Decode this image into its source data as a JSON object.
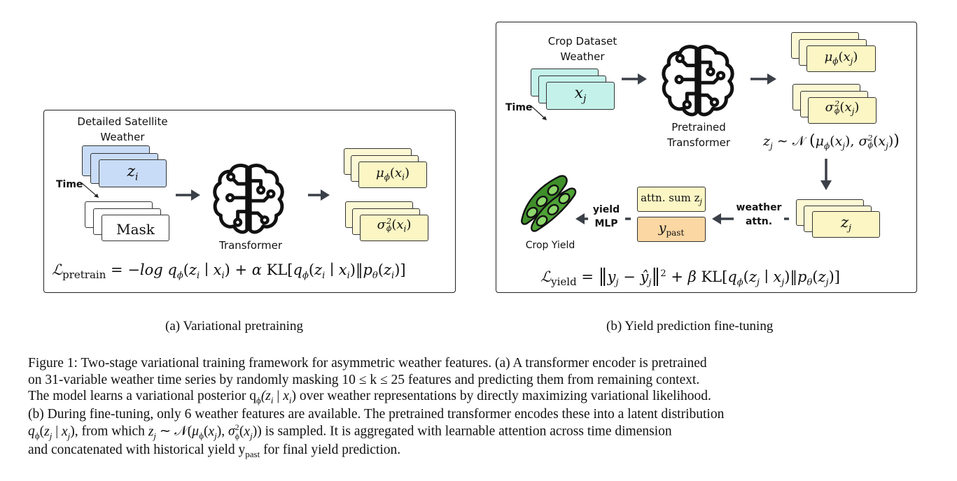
{
  "panel_a": {
    "input_title_line1": "Detailed Satellite",
    "input_title_line2": "Weather",
    "input_var": "z",
    "input_sub": "i",
    "time_label": "Time",
    "mask_label": "Mask",
    "model_label": "Transformer",
    "mu_output": "μ",
    "mu_arg": "(x",
    "sigma_output": "σ",
    "loss_prefix": "ℒ",
    "loss_sub": "pretrain",
    "loss_rest": " = −log q",
    "loss_rest2": "(z",
    "loss_rest3": " ∣ x",
    "loss_rest4": ") + α KL[q",
    "loss_rest5": "(z",
    "loss_rest6": " ∣ x",
    "loss_rest7": ")‖p",
    "loss_rest8": "(z",
    "loss_rest9": ")]",
    "subcaption": "(a) Variational pretraining"
  },
  "panel_b": {
    "input_title_line1": "Crop Dataset",
    "input_title_line2": "Weather",
    "input_var": "x",
    "input_sub": "j",
    "time_label": "Time",
    "model_label_line1": "Pretrained",
    "model_label_line2": "Transformer",
    "sample_text": "z",
    "sample_rest": " ∼ 𝒩 ( μ",
    "latent_var": "z",
    "latent_sub": "j",
    "weather_attn_line1": "weather",
    "weather_attn_line2": "attn.",
    "attn_sum": "attn. sum z",
    "attn_sum_sub": "j",
    "y_past": "y",
    "y_past_sub": "past",
    "yield_mlp_line1": "yield",
    "yield_mlp_line2": "MLP",
    "crop_yield_label": "Crop Yield",
    "loss_prefix": "ℒ",
    "loss_sub": "yield",
    "loss_rest": " = ‖y",
    "subcaption": "(b) Yield prediction fine-tuning"
  },
  "caption": {
    "line1": "Figure 1: Two-stage variational training framework for asymmetric weather features. (a) A transformer encoder is pretrained",
    "line2": "on 31-variable weather time series by randomly masking 10 ≤ k ≤ 25 features and predicting them from remaining context.",
    "line3": "The model learns a variational posterior q",
    "line3_rest": "(z",
    "line3_rest2": " | x",
    "line3_rest3": ") over weather representations by directly maximizing variational likelihood.",
    "line4": "(b) During fine-tuning, only 6 weather features are available. The pretrained transformer encodes these into a latent distribution",
    "line5_a": "q",
    "line5_b": "(z",
    "line5_c": " | x",
    "line5_d": "), from which z",
    "line5_e": " ∼ 𝒩(μ",
    "line5_f": "(x",
    "line5_g": "), σ",
    "line5_h": "(x",
    "line5_i": ")) is sampled. It is aggregated with learnable attention across time dimension",
    "line6_a": "and concatenated with historical yield y",
    "line6_sub": "past",
    "line6_b": " for final yield prediction."
  },
  "colors": {
    "blue_card": "#c9dcf7",
    "teal_card": "#c4f2ea",
    "yellow_card": "#fbf6c4",
    "orange_card": "#fad7a3",
    "pale_yellow": "#fdf8d4",
    "arrow": "#3b4048",
    "leaf_green": "#3f8f2a"
  },
  "icons": [
    "brain-circuit-icon",
    "arrow-right-icon",
    "arrow-down-icon",
    "arrow-left-icon",
    "soybean-pod-icon"
  ]
}
